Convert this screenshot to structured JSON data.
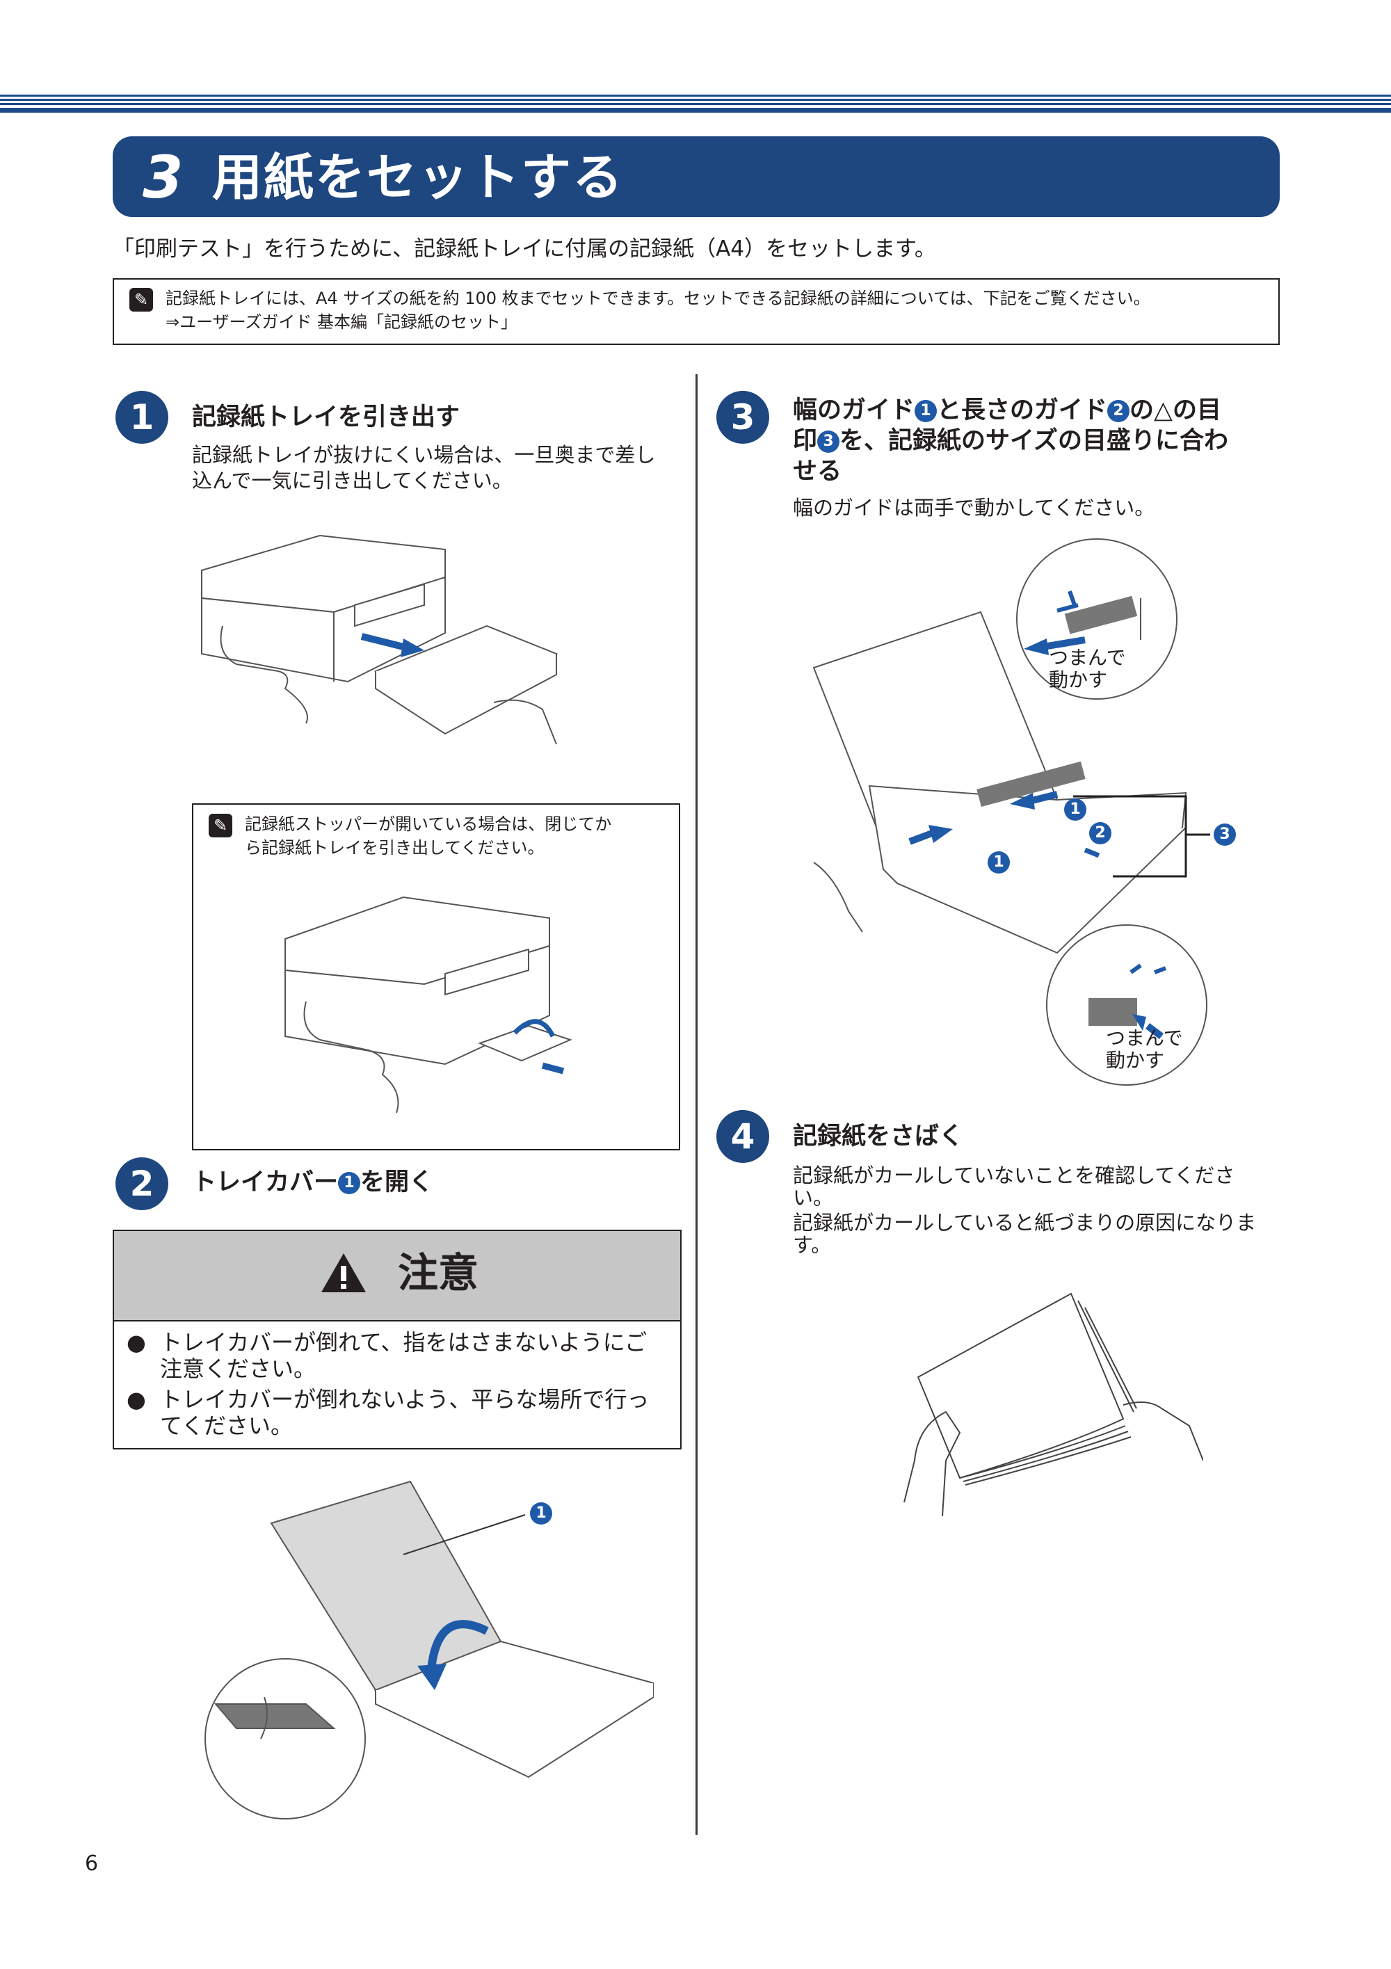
{
  "section": {
    "number": "3",
    "title": "用紙をセットする"
  },
  "intro": "「印刷テスト」を行うために、記録紙トレイに付属の記録紙（A4）をセットします。",
  "note": {
    "icon": "pencil-note-icon",
    "line1": "記録紙トレイには、A4 サイズの紙を約 100 枚までセットできます。セットできる記録紙の詳細については、下記をご覧ください。",
    "line2": "⇒ユーザーズガイド 基本編「記録紙のセット」"
  },
  "steps": [
    {
      "number": "1",
      "title": "記録紙トレイを引き出す",
      "body1": "記録紙トレイが抜けにくい場合は、一旦奥まで差し",
      "body2": "込んで一気に引き出してください。"
    },
    {
      "number": "2",
      "title_a": "トレイカバー",
      "title_ref": "1",
      "title_b": "を開く"
    },
    {
      "number": "3",
      "title_line1a": "幅のガイド",
      "ref1": "1",
      "title_line1b": "と長さのガイド",
      "ref2": "2",
      "title_line1c": "の△の目",
      "title_line2a": "印",
      "ref3": "3",
      "title_line2b": "を、記録紙のサイズの目盛りに合わ",
      "title_line3": "せる",
      "body": "幅のガイドは両手で動かしてください。"
    },
    {
      "number": "4",
      "title": "記録紙をさばく",
      "body1": "記録紙がカールしていないことを確認してくださ",
      "body2": "い。",
      "body3": "記録紙がカールしていると紙づまりの原因になりま",
      "body4": "す。"
    }
  ],
  "subnote": {
    "line1": "記録紙ストッパーが開いている場合は、閉じてか",
    "line2": "ら記録紙トレイを引き出してください。"
  },
  "caution": {
    "title": "注意",
    "items": [
      {
        "line1": "トレイカバーが倒れて、指をはさまないようにご",
        "line2": "注意ください。"
      },
      {
        "line1": "トレイカバーが倒れないよう、平らな場所で行っ",
        "line2": "てください。"
      }
    ]
  },
  "figure_labels": {
    "pinch_move_1a": "つまんで",
    "pinch_move_1b": "動かす",
    "pinch_move_2a": "つまんで",
    "pinch_move_2b": "動かす",
    "ref1": "1",
    "ref2": "2",
    "ref3": "3",
    "ref_cover": "1"
  },
  "page_number": "6",
  "colors": {
    "brand_blue": "#1e467f",
    "arrow_blue": "#1e5aa8",
    "caution_gray": "#c6c6c6"
  }
}
